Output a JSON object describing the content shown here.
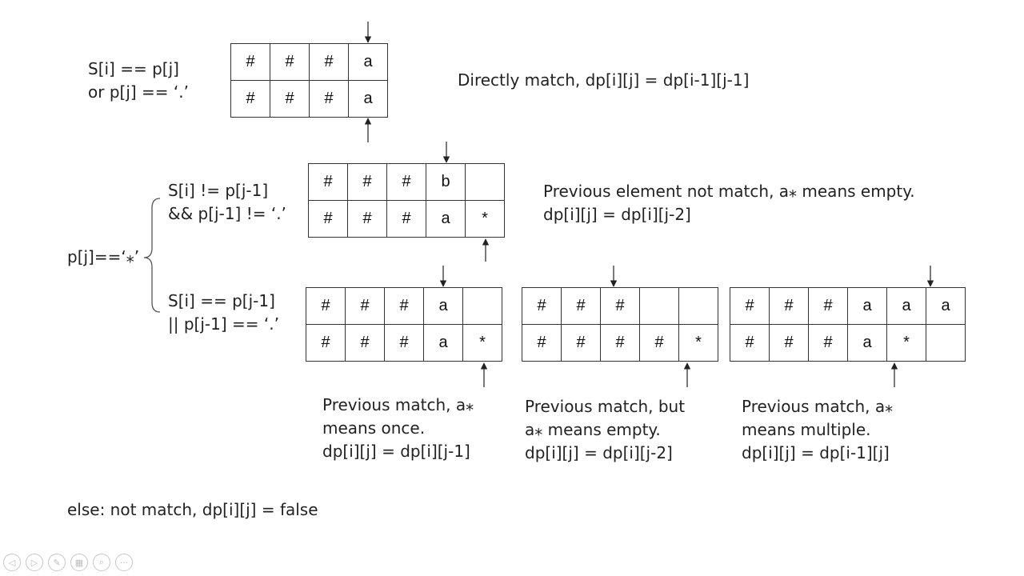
{
  "case_direct": {
    "condition": [
      "S[i] == p[j]",
      "or p[j] == ‘.’"
    ],
    "description": [
      "Directly match, dp[i][j] = dp[i-1][j-1]"
    ]
  },
  "star_label": "p[j]==‘⁎’",
  "case_star_nomatch": {
    "condition": [
      "S[i] != p[j-1]",
      "&& p[j-1] != ‘.’"
    ],
    "description": [
      "Previous element not match, a⁎ means empty.",
      "dp[i][j] = dp[i][j-2]"
    ]
  },
  "case_star_match": {
    "condition": [
      "S[i] == p[j-1]",
      "|| p[j-1] == ‘.’"
    ]
  },
  "sub_once": {
    "description": [
      "Previous match, a⁎",
      "means once.",
      "dp[i][j] = dp[i][j-1]"
    ]
  },
  "sub_empty": {
    "description": [
      "Previous match, but",
      "a⁎ means empty.",
      "dp[i][j] = dp[i][j-2]"
    ]
  },
  "sub_multiple": {
    "description": [
      "Previous match, a⁎",
      "means multiple.",
      "dp[i][j] = dp[i-1][j]"
    ]
  },
  "else_text": "else: not match, dp[i][j] = false",
  "grids": {
    "direct": [
      [
        "#",
        "#",
        "#",
        "a"
      ],
      [
        "#",
        "#",
        "#",
        "a"
      ]
    ],
    "nomatch": [
      [
        "#",
        "#",
        "#",
        "b",
        ""
      ],
      [
        "#",
        "#",
        "#",
        "a",
        "*"
      ]
    ],
    "once": [
      [
        "#",
        "#",
        "#",
        "a",
        ""
      ],
      [
        "#",
        "#",
        "#",
        "a",
        "*"
      ]
    ],
    "empty": [
      [
        "#",
        "#",
        "#",
        "",
        ""
      ],
      [
        "#",
        "#",
        "#",
        "#",
        "*"
      ]
    ],
    "multiple": [
      [
        "#",
        "#",
        "#",
        "a",
        "a",
        "a"
      ],
      [
        "#",
        "#",
        "#",
        "a",
        "*",
        ""
      ]
    ]
  },
  "toolbar_icons": [
    "prev-slide-icon",
    "next-slide-icon",
    "pen-icon",
    "slides-grid-icon",
    "zoom-icon",
    "more-icon"
  ]
}
